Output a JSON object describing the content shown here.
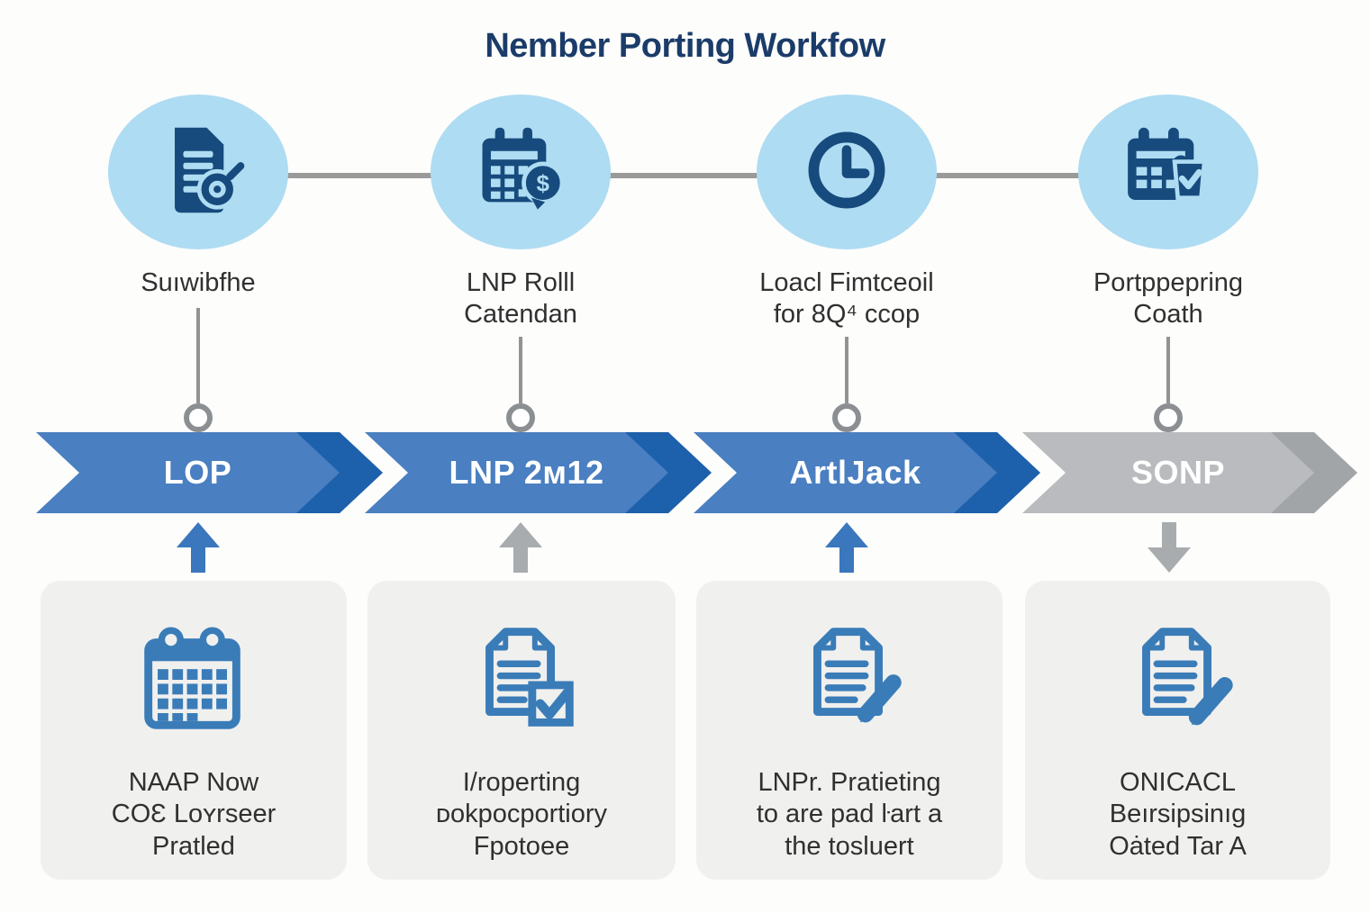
{
  "title": "Nember Porting Workfow",
  "palette": {
    "timeline_blue": "#4a7fc1",
    "timeline_blue_dark": "#1d60ab",
    "timeline_gray": "#b9bbbe",
    "timeline_gray_dark": "#a2a5a8",
    "circle_bg": "#aedcf2",
    "icon_navy": "#174a7d",
    "card_icon_blue": "#3a7cb8",
    "title_navy": "#1b3c69",
    "card_bg": "#f0f0ee"
  },
  "steps": [
    {
      "icon": "document-search-icon",
      "label": "Suıwibfhe"
    },
    {
      "icon": "calendar-dollar-icon",
      "label": "LNP Rolll\nCatendan"
    },
    {
      "icon": "clock-icon",
      "label": "Loacl Fimtceoil\nfor 8Q⁴ ccop"
    },
    {
      "icon": "calendar-check-icon",
      "label": "Portppepring\nCoath"
    }
  ],
  "timeline": [
    {
      "label": "LOP",
      "state": "active"
    },
    {
      "label": "LNP 2ᴍ12",
      "state": "active"
    },
    {
      "label": "ArtlJack",
      "state": "active"
    },
    {
      "label": "SONP",
      "state": "inactive"
    }
  ],
  "cards": [
    {
      "arrow_direction": "up",
      "arrow_color": "blue",
      "icon": "calendar-grid-icon",
      "text": "NAAP Now\nCOƐ Loʏrseer\nPratled"
    },
    {
      "arrow_direction": "up",
      "arrow_color": "gray",
      "icon": "document-checkbox-icon",
      "text": "I/roperting\nᴅokpocportiory\nFpotoee"
    },
    {
      "arrow_direction": "up",
      "arrow_color": "blue",
      "icon": "document-pencil-icon",
      "text": "LNPr. Pratieting\nto are pad ŀart a\nthe tosluert"
    },
    {
      "arrow_direction": "down",
      "arrow_color": "gray",
      "icon": "document-pencil-icon",
      "text": "ONICACL\nBeırsipsinıg\nOȧted Tar A"
    }
  ]
}
